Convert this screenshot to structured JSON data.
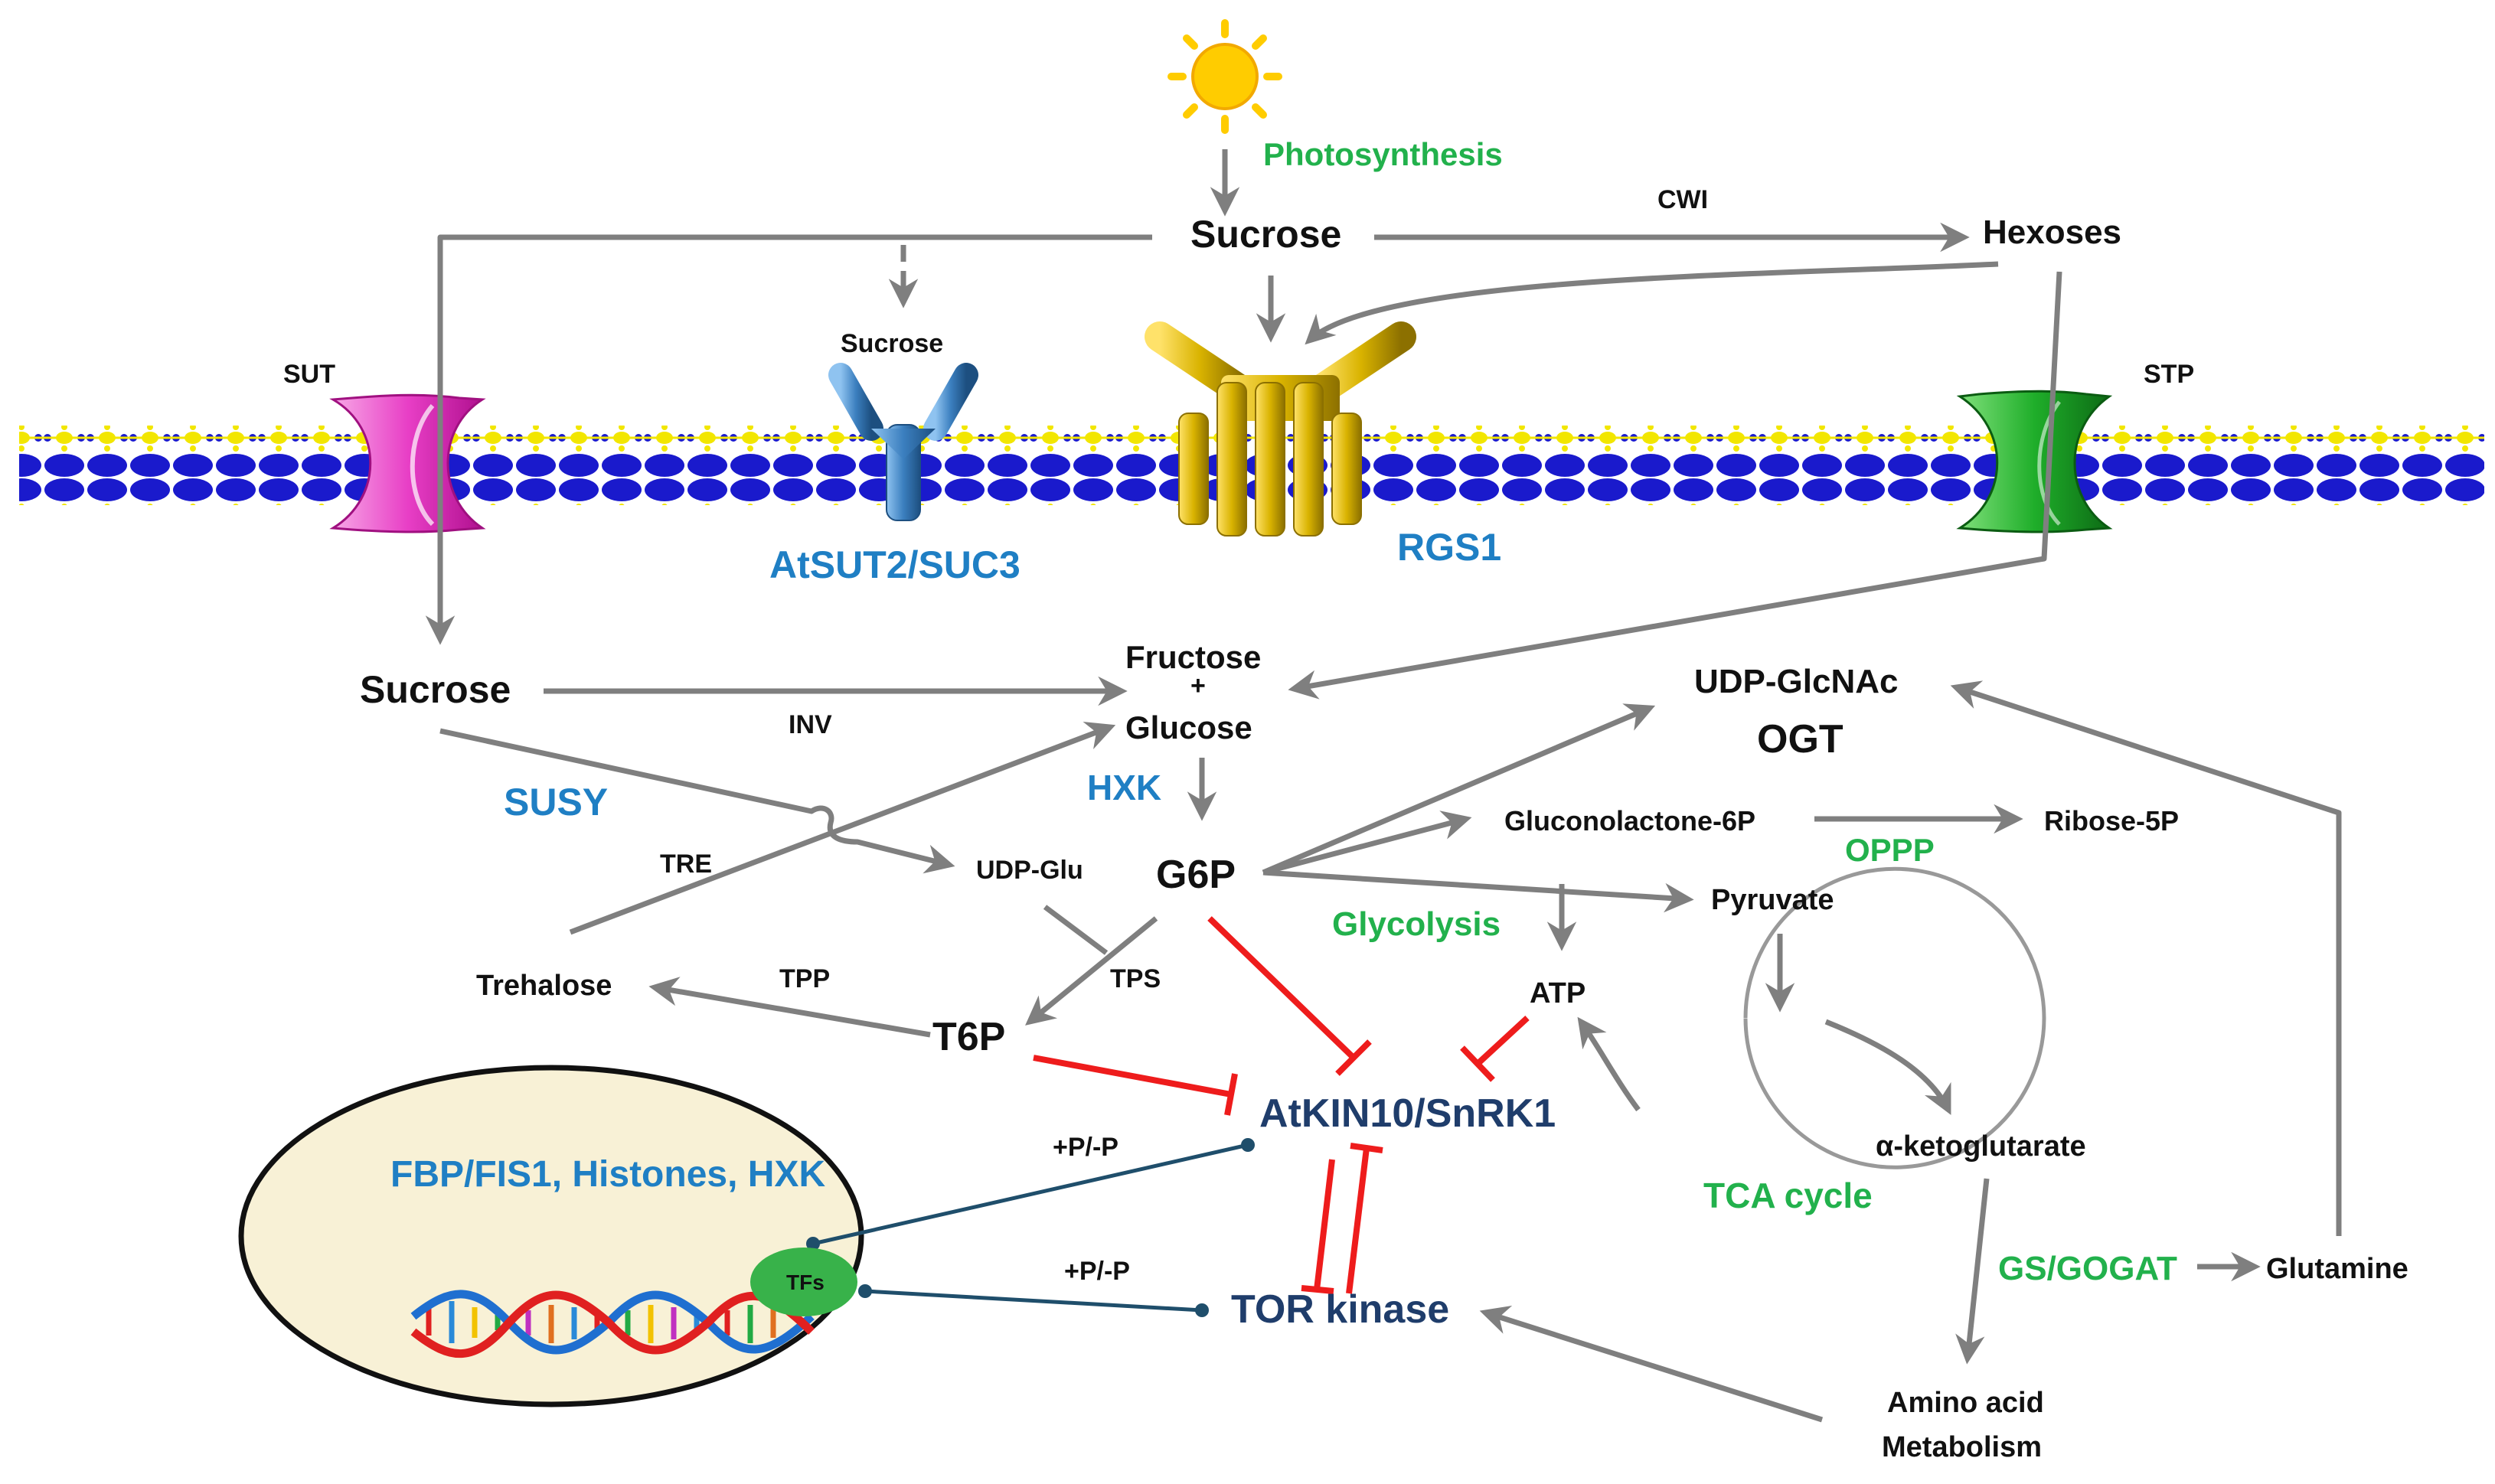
{
  "colors": {
    "gray_arrow": "#7f7f7f",
    "red_inhibit": "#ee1c1c",
    "navy_link": "#1f4e6b",
    "green_label": "#22b14c",
    "blue_label": "#1f7fc4",
    "navy_label": "#1f3d6b",
    "black_label": "#111111",
    "membrane_blue": "#1a1acc",
    "membrane_yellow": "#f2e600",
    "nucleus_fill": "#f8f1d6",
    "sut_pink": "#e83fc6",
    "stp_green": "#1fae2a",
    "rgs1_gold": "#d9b300",
    "sut2_blue": "#3b7fbf",
    "sun_yellow": "#ffcc00",
    "tfs_green": "#38b24a"
  },
  "labels": {
    "photosynthesis": "Photosynthesis",
    "sucrose_top": "Sucrose",
    "cwi": "CWI",
    "hexoses": "Hexoses",
    "sucrose_receptor": "Sucrose",
    "sut": "SUT",
    "stp": "STP",
    "atsut2": "AtSUT2/SUC3",
    "rgs1": "RGS1",
    "sucrose_cyto": "Sucrose",
    "inv": "INV",
    "fructose": "Fructose",
    "plus": "+",
    "glucose": "Glucose",
    "susy": "SUSY",
    "hxk": "HXK",
    "tre": "TRE",
    "udp_glu": "UDP-Glu",
    "g6p": "G6P",
    "tps": "TPS",
    "trehalose": "Trehalose",
    "tpp": "TPP",
    "t6p": "T6P",
    "udp_glcnac": "UDP-GlcNAc",
    "ogt": "OGT",
    "gluconolactone": "Gluconolactone-6P",
    "oppp": "OPPP",
    "ribose": "Ribose-5P",
    "pyruvate": "Pyruvate",
    "glycolysis": "Glycolysis",
    "atp": "ATP",
    "akg": "α-ketoglutarate",
    "tca": "TCA cycle",
    "gs_gogat": "GS/GOGAT",
    "glutamine": "Glutamine",
    "amino_1": "Amino acid",
    "amino_2": "Metabolism",
    "atkin10": "AtKIN10/SnRK1",
    "tor": "TOR kinase",
    "pp_1": "+P/-P",
    "pp_2": "+P/-P",
    "nucleus_text": "FBP/FIS1, Histones, HXK",
    "tfs": "TFs"
  }
}
